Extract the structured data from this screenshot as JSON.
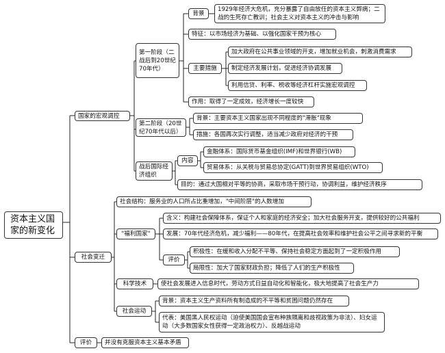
{
  "root": "资本主义国家的新变化",
  "macro": {
    "title": "国家的宏观调控",
    "stage1": {
      "title": "第一阶段（二战后到20世纪70年代）",
      "background_label": "背景",
      "background_text": "1929年经济大危机，充分暴露了自由放任的资本主义弊病；二战的生死存亡教训；社会主义对资本主义的冲击与影响",
      "feature": "特征：以市场经济为基础、以强化国家干预为核心",
      "measures_label": "主要措施",
      "measures": [
        "加大政府在公共事业领域的开支，增加就业机会，刺激消费需求",
        "制定经济发展计划，促进经济协调发展",
        "利用信贷、利率、税收等经济杠杆实施宏观调控"
      ],
      "effect": "作用：取得了一定成效，经济增长一度较快"
    },
    "stage2": {
      "title": "第二阶段（20世纪70年代以后）",
      "background": "背景：主要资本主义国家出现不同程度的\"滞胀\"现象",
      "measures": "措施：各国再次实行调整，适当减少政府对经济的干预"
    },
    "intl": {
      "title": "战后国际经济组织",
      "content_label": "内容",
      "finance": "金融体系：国际货币基金组织(IMF)和世界银行(WB)",
      "trade": "贸易体系：从关税与贸易总协定(GATT)到世界贸易组织(WTO)",
      "purpose": "目的：通过大国相对平等的协商，采取市场干预行动，协调利益，维护经济秩序"
    }
  },
  "society": {
    "title": "社会变迁",
    "structure": "社会结构：服务业的人口所占比重增加，\"中间阶层\"的人数增加",
    "welfare": {
      "title": "\"福利国家\"",
      "meaning": "含义：构建社会保障体系，保证个人和家庭的经济安全；加大社会服务开支，提供较好的公共福利",
      "development": "发展：70年代经济危机，减少福利——80年代，在提高社会效率和维护社会公平之间寻求新的平衡",
      "eval_label": "评价",
      "positive": "积极性：在缓和收入分配不平等、保持社会稳定方面起到了一定积极作用",
      "limit": "局限性：加大了国家财政负担；降低了人们的生产积极性"
    },
    "tech": {
      "title": "科学技术",
      "text": "使社会发展进入信息时代，劳动方式日益自动化和智能化，极大地提高了社会生产力"
    },
    "movement": {
      "title": "社会运动",
      "background": "背景：资本主义生产资料所有制造成的不平等和贫困问题仍然存在",
      "representative": "代表：美国黑人民权运动（迫使美国国会宣布种族隔离和歧视政策为非法）、妇女运动（大多数国家女性获得一定政治权力）、反越战运动"
    }
  },
  "evaluation": {
    "title": "评价",
    "text": "并没有克服资本主义基本矛盾"
  },
  "colors": {
    "line": "#222222",
    "border": "#333333"
  }
}
